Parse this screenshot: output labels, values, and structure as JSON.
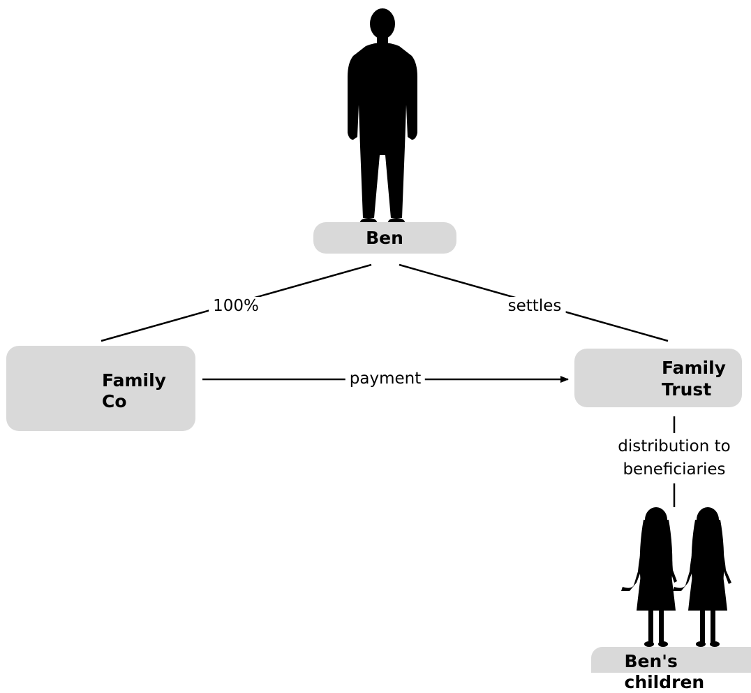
{
  "nodes": {
    "ben": {
      "label": "Ben",
      "icon": "man-silhouette-icon"
    },
    "family_co": {
      "label_line1": "Family",
      "label_line2": "Co",
      "icon": "factory-icon"
    },
    "family_trust": {
      "label_line1": "Family",
      "label_line2": "Trust",
      "icon": "open-book-icon"
    },
    "children": {
      "label": "Ben's children",
      "icon": "girls-silhouette-icon"
    }
  },
  "edges": {
    "ownership": "100%",
    "settles": "settles",
    "payment": "payment",
    "distribution_line1": "distribution to",
    "distribution_line2": "beneficiaries"
  },
  "colors": {
    "box": "#d9d9d9",
    "ink": "#000000",
    "background": "#ffffff"
  }
}
